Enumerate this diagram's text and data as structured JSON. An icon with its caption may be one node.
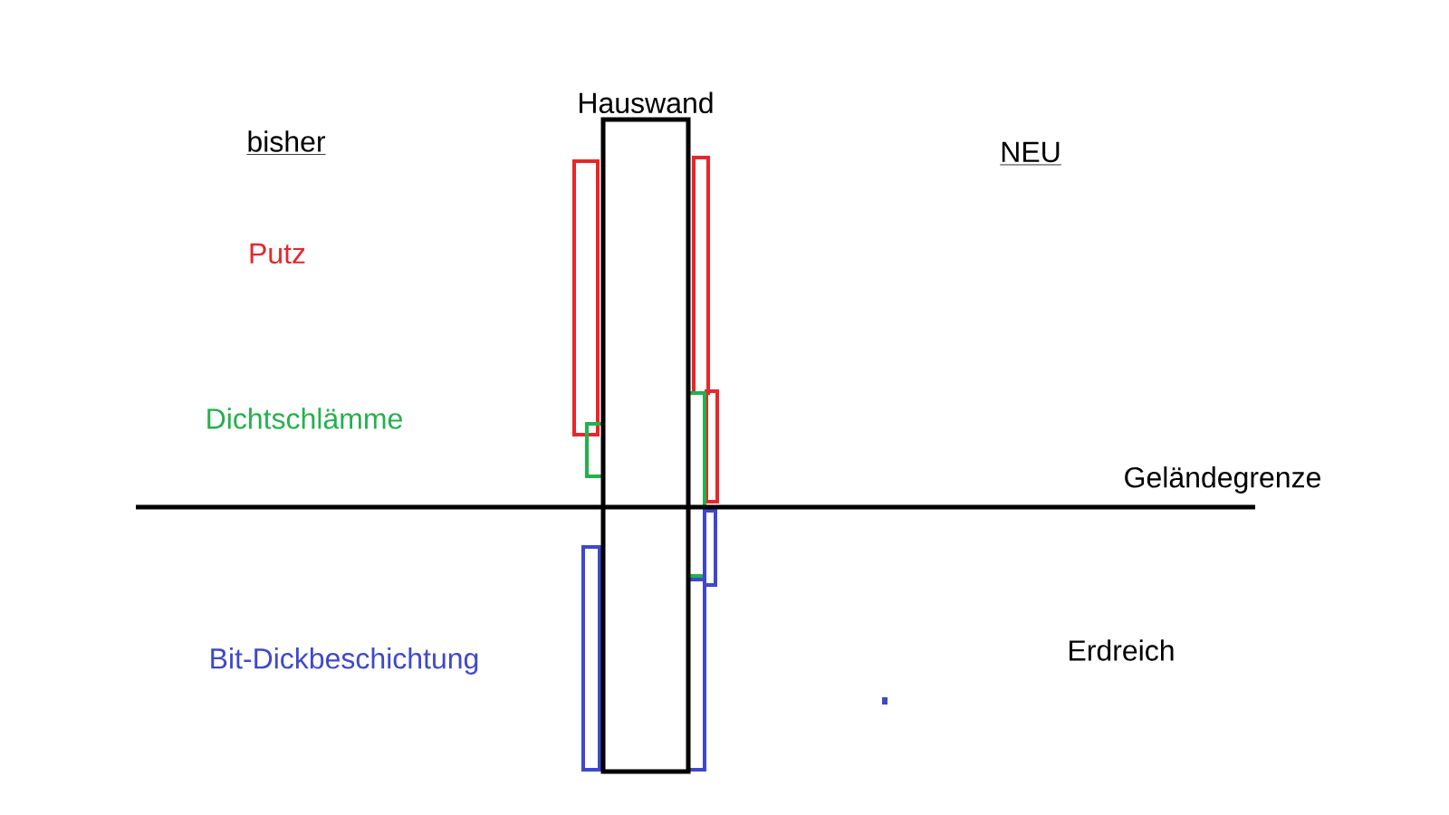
{
  "diagram": {
    "nodes": [
      {
        "text": [
          "Hauswand"
        ]
      }
    ],
    "labels": [
      "bisher",
      "NEU",
      "Putz",
      "Dichtschlämme",
      "Geländegrenze",
      "Bit-Dickbeschichtung",
      "Erdreich"
    ]
  }
}
